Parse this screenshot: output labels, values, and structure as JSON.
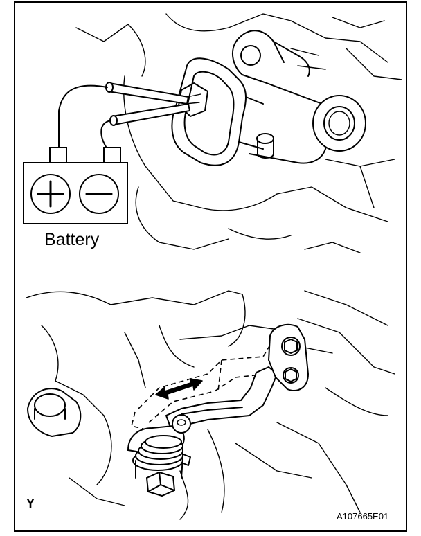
{
  "figure": {
    "battery_label": "Battery",
    "view_label": "Y",
    "code_label": "A107665E01",
    "battery_terminals": [
      "+",
      "−"
    ],
    "line_color": "#000000",
    "background_color": "#ffffff"
  }
}
